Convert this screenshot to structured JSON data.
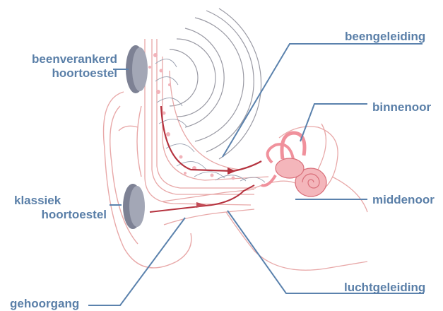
{
  "labels": {
    "beenverankerd_line1": "beenverankerd",
    "beenverankerd_line2": "hoortoestel",
    "klassiek_line1": "klassiek",
    "klassiek_line2": "hoortoestel",
    "gehoorgang": "gehoorgang",
    "beengeleiding": "beengeleiding",
    "binnenoor": "binnenoor",
    "middenoor": "middenoor",
    "luchtgeleiding": "luchtgeleiding"
  },
  "colors": {
    "label_text": "#5a7fa8",
    "leader_line": "#5b82ad",
    "ear_outline": "#e8a8a8",
    "anatomy_pink": "#f2a6ae",
    "sound_path": "#b5333f",
    "device_body": "#8f93a3",
    "wave_lines": "#9a9aa4"
  },
  "icons": [
    "bone-anchored-hearing-device-icon",
    "classic-hearing-aid-icon",
    "sound-wave-icon"
  ]
}
